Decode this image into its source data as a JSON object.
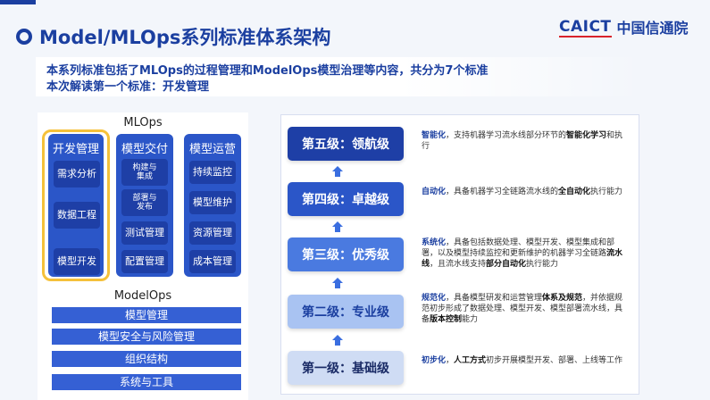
{
  "header": {
    "title": "Model/MLOps系列标准体系架构",
    "logo_en": "CAICT",
    "logo_cn": "中国信通院"
  },
  "intro": {
    "line1": "本系列标准包括了MLOps的过程管理和ModelOps模型治理等内容，共分为7个标准",
    "line2": "本次解读第一个标准：开发管理"
  },
  "mlops": {
    "title": "MLOps",
    "columns": [
      {
        "header": "开发管理",
        "items": [
          "需求分析",
          "数据工程",
          "模型开发"
        ]
      },
      {
        "header": "模型交付",
        "items": [
          "构建与\n集成",
          "部署与\n发布",
          "测试管理",
          "配置管理"
        ]
      },
      {
        "header": "模型运营",
        "items": [
          "持续监控",
          "模型维护",
          "资源管理",
          "成本管理"
        ]
      }
    ]
  },
  "modelops": {
    "title": "ModelOps",
    "bars": [
      "模型管理",
      "模型安全与风险管理",
      "组织结构",
      "系统与工具"
    ]
  },
  "levels": [
    {
      "label": "第五级：领航级",
      "bg": "#1e3fa6",
      "fg": "#ffffff",
      "desc": [
        {
          "t": "智能化",
          "c": "b"
        },
        {
          "t": "，支持机器学习流水线部分环节的"
        },
        {
          "t": "智能化学习",
          "c": "d"
        },
        {
          "t": "和执行"
        }
      ]
    },
    {
      "label": "第四级：卓越级",
      "bg": "#2b56c8",
      "fg": "#ffffff",
      "desc": [
        {
          "t": "自动化",
          "c": "b"
        },
        {
          "t": "，具备机器学习全链路流水线的"
        },
        {
          "t": "全自动化",
          "c": "d"
        },
        {
          "t": "执行能力"
        }
      ]
    },
    {
      "label": "第三级：优秀级",
      "bg": "#4a7ae0",
      "fg": "#ffffff",
      "desc": [
        {
          "t": "系统化",
          "c": "b"
        },
        {
          "t": "，具备包括数据处理、模型开发、模型集成和部署，以及模型持续监控和更新维护的机器学习全链路"
        },
        {
          "t": "流水线",
          "c": "d"
        },
        {
          "t": "，且流水线支持"
        },
        {
          "t": "部分自动化",
          "c": "d"
        },
        {
          "t": "执行能力"
        }
      ]
    },
    {
      "label": "第二级：专业级",
      "bg": "#a9c3f2",
      "fg": "#1b3fa0",
      "desc": [
        {
          "t": "规范化",
          "c": "b"
        },
        {
          "t": "，具备模型研发和运营管理"
        },
        {
          "t": "体系及规范",
          "c": "d"
        },
        {
          "t": "，并依据规范初步形成了数据处理、模型开发、模型部署流水线，具备"
        },
        {
          "t": "版本控制",
          "c": "d"
        },
        {
          "t": "能力"
        }
      ]
    },
    {
      "label": "第一级：基础级",
      "bg": "#cfdcf4",
      "fg": "#1a2b66",
      "desc": [
        {
          "t": "初步化",
          "c": "b"
        },
        {
          "t": "，"
        },
        {
          "t": "人工方式",
          "c": "d"
        },
        {
          "t": "初步开展模型开发、部署、上线等工作"
        }
      ]
    }
  ],
  "colors": {
    "primary": "#1b3fa0",
    "accent_red": "#d9232a",
    "highlight": "#f5c13a"
  }
}
